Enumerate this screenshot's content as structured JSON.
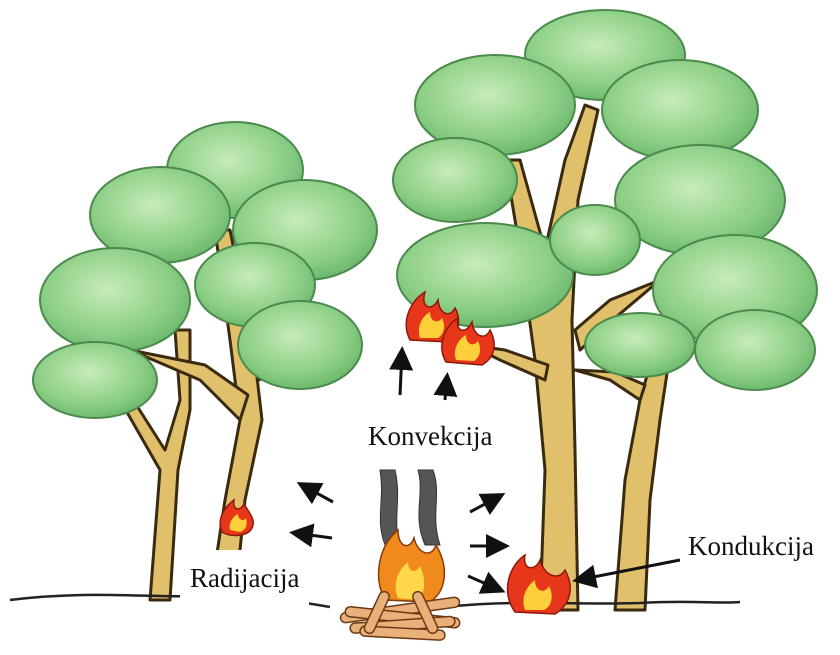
{
  "labels": {
    "convection": "Konvekcija",
    "radiation": "Radijacija",
    "conduction": "Kondukcija"
  },
  "colors": {
    "foliage": "#8ccf86",
    "foliage_dark": "#6ab46a",
    "trunk": "#e0c06a",
    "trunk_outline": "#3a2a10",
    "flame_outer": "#e8361b",
    "flame_inner": "#ffcf3a",
    "smoke": "#555555",
    "arrow": "#111111",
    "ground": "#222222"
  },
  "icons": [
    "tree-icon",
    "flame-icon",
    "campfire-icon",
    "arrow-icon",
    "smoke-icon"
  ]
}
